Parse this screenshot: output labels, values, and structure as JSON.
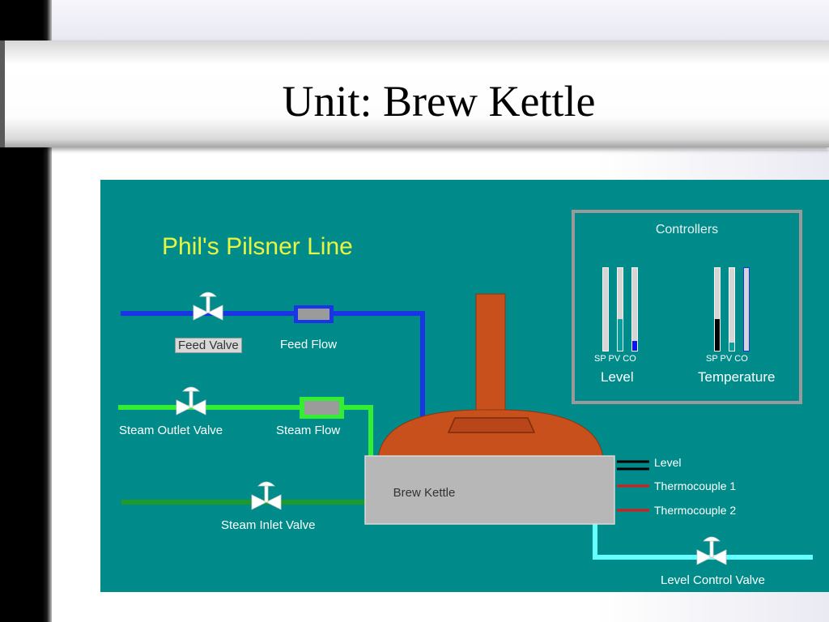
{
  "slide": {
    "title": "Unit: Brew Kettle"
  },
  "hmi": {
    "line_title": "Phil's Pilsner Line",
    "labels": {
      "feed_valve": "Feed Valve",
      "feed_flow": "Feed Flow",
      "steam_outlet_valve": "Steam Outlet Valve",
      "steam_flow": "Steam Flow",
      "steam_inlet_valve": "Steam Inlet Valve",
      "brew_kettle": "Brew Kettle",
      "level_control_valve": "Level Control Valve"
    },
    "signals": {
      "level": "Level",
      "thermocouple_1": "Thermocouple 1",
      "thermocouple_2": "Thermocouple 2"
    },
    "controllers": {
      "title": "Controllers",
      "level": {
        "name": "Level",
        "bar_labels": "SP PV CO",
        "sp": 0.0,
        "pv": 0.38,
        "co": 0.12
      },
      "temperature": {
        "name": "Temperature",
        "bar_labels": "SP PV CO",
        "sp": 0.38,
        "pv": 0.1,
        "co": 1.0
      }
    },
    "colors": {
      "background": "#008b8b",
      "feed_line": "#1a35e6",
      "steam_outlet_line": "#33ee33",
      "steam_inlet_line": "#1f9a2a",
      "level_control_line": "#66ffff",
      "kettle_copper": "#c8501c",
      "kettle_body": "#b7b7b7",
      "signal_level": "#000000",
      "signal_thermocouple": "#e01818",
      "title_text": "#e8f542"
    }
  }
}
